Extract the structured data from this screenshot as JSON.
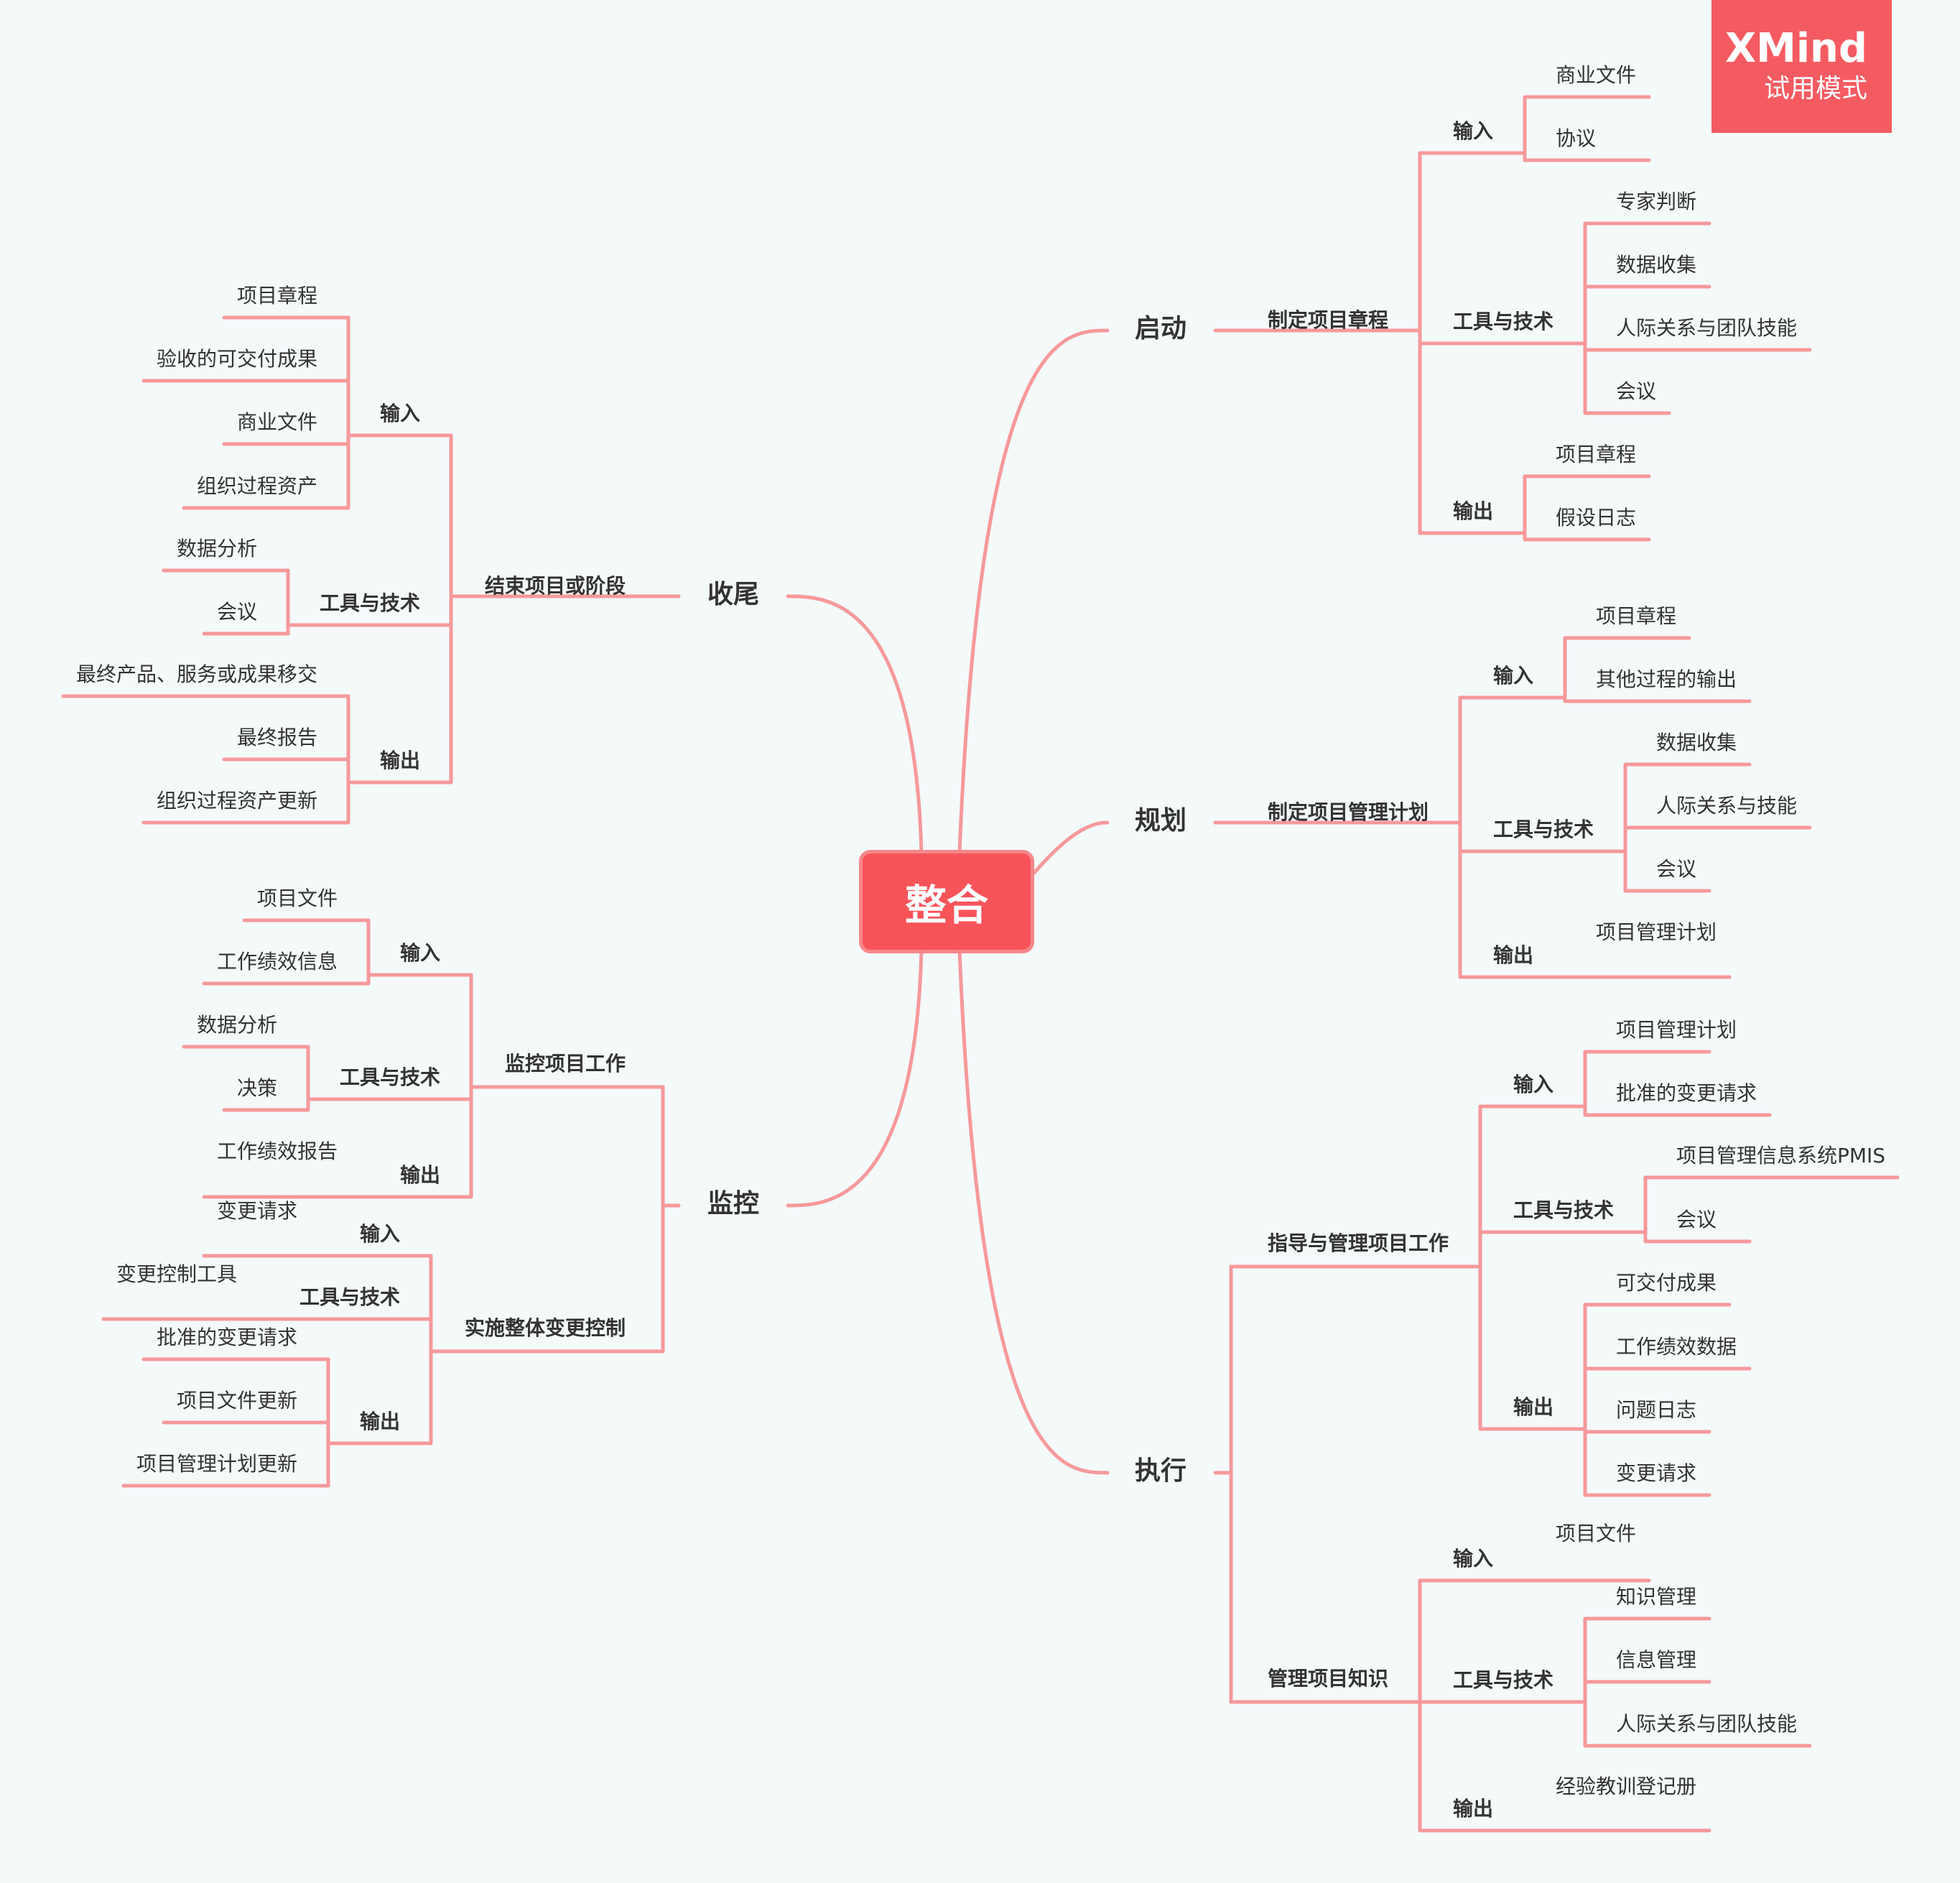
{
  "colors": {
    "line": "#f6999b",
    "root_fill": "#f7545a",
    "background": "#f4f9fa",
    "badge": "#f45b61",
    "text": "#333333"
  },
  "watermark": {
    "brand": "XMind",
    "mode": "试用模式"
  },
  "mindmap": {
    "root": "整合",
    "branches": [
      {
        "label": "启动",
        "processes": [
          {
            "label": "制定项目章程",
            "groups": [
              {
                "label": "输入",
                "items": [
                  "商业文件",
                  "协议"
                ]
              },
              {
                "label": "工具与技术",
                "items": [
                  "专家判断",
                  "数据收集",
                  "人际关系与团队技能",
                  "会议"
                ]
              },
              {
                "label": "输出",
                "items": [
                  "项目章程",
                  "假设日志"
                ]
              }
            ]
          }
        ]
      },
      {
        "label": "规划",
        "processes": [
          {
            "label": "制定项目管理计划",
            "groups": [
              {
                "label": "输入",
                "items": [
                  "项目章程",
                  "其他过程的输出"
                ]
              },
              {
                "label": "工具与技术",
                "items": [
                  "数据收集",
                  "人际关系与技能",
                  "会议"
                ]
              },
              {
                "label": "输出",
                "items": [
                  "项目管理计划"
                ]
              }
            ]
          }
        ]
      },
      {
        "label": "执行",
        "processes": [
          {
            "label": "指导与管理项目工作",
            "groups": [
              {
                "label": "输入",
                "items": [
                  "项目管理计划",
                  "批准的变更请求"
                ]
              },
              {
                "label": "工具与技术",
                "items": [
                  "项目管理信息系统PMIS",
                  "会议"
                ]
              },
              {
                "label": "输出",
                "items": [
                  "可交付成果",
                  "工作绩效数据",
                  "问题日志",
                  "变更请求"
                ]
              }
            ]
          },
          {
            "label": "管理项目知识",
            "groups": [
              {
                "label": "输入",
                "items": [
                  "项目文件"
                ]
              },
              {
                "label": "工具与技术",
                "items": [
                  "知识管理",
                  "信息管理",
                  "人际关系与团队技能"
                ]
              },
              {
                "label": "输出",
                "items": [
                  "经验教训登记册"
                ]
              }
            ]
          }
        ]
      },
      {
        "label": "收尾",
        "processes": [
          {
            "label": "结束项目或阶段",
            "groups": [
              {
                "label": "输入",
                "items": [
                  "项目章程",
                  "验收的可交付成果",
                  "商业文件",
                  "组织过程资产"
                ]
              },
              {
                "label": "工具与技术",
                "items": [
                  "数据分析",
                  "会议"
                ]
              },
              {
                "label": "输出",
                "items": [
                  "最终产品、服务或成果移交",
                  "最终报告",
                  "组织过程资产更新"
                ]
              }
            ]
          }
        ]
      },
      {
        "label": "监控",
        "processes": [
          {
            "label": "监控项目工作",
            "groups": [
              {
                "label": "输入",
                "items": [
                  "项目文件",
                  "工作绩效信息"
                ]
              },
              {
                "label": "工具与技术",
                "items": [
                  "数据分析",
                  "决策"
                ]
              },
              {
                "label": "输出",
                "items": [
                  "工作绩效报告"
                ]
              }
            ]
          },
          {
            "label": "实施整体变更控制",
            "groups": [
              {
                "label": "输入",
                "items": [
                  "变更请求"
                ]
              },
              {
                "label": "工具与技术",
                "items": [
                  "变更控制工具"
                ]
              },
              {
                "label": "输出",
                "items": [
                  "批准的变更请求",
                  "项目文件更新",
                  "项目管理计划更新"
                ]
              }
            ]
          }
        ]
      }
    ]
  }
}
